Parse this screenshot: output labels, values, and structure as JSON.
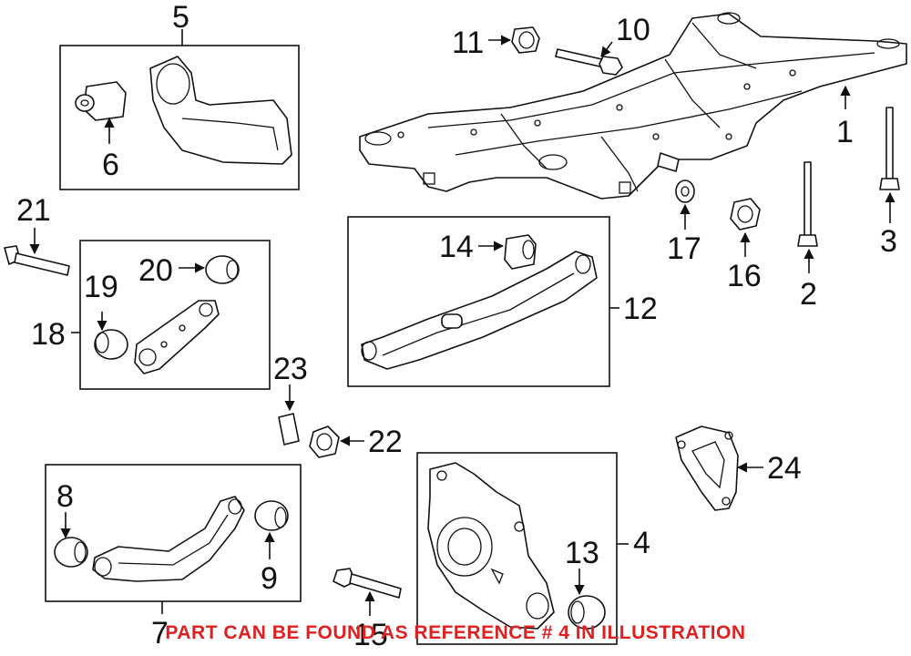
{
  "callouts": {
    "n1": "1",
    "n2": "2",
    "n3": "3",
    "n4": "4",
    "n5": "5",
    "n6": "6",
    "n7": "7",
    "n8": "8",
    "n9": "9",
    "n10": "10",
    "n11": "11",
    "n12": "12",
    "n13": "13",
    "n14": "14",
    "n15": "15",
    "n16": "16",
    "n17": "17",
    "n18": "18",
    "n19": "19",
    "n20": "20",
    "n21": "21",
    "n22": "22",
    "n23": "23",
    "n24": "24"
  },
  "footer_note": "PART CAN BE FOUND AS REFERENCE # 4 IN ILLUSTRATION",
  "colors": {
    "ink": "#111111",
    "note": "#e02020",
    "background": "#ffffff"
  }
}
